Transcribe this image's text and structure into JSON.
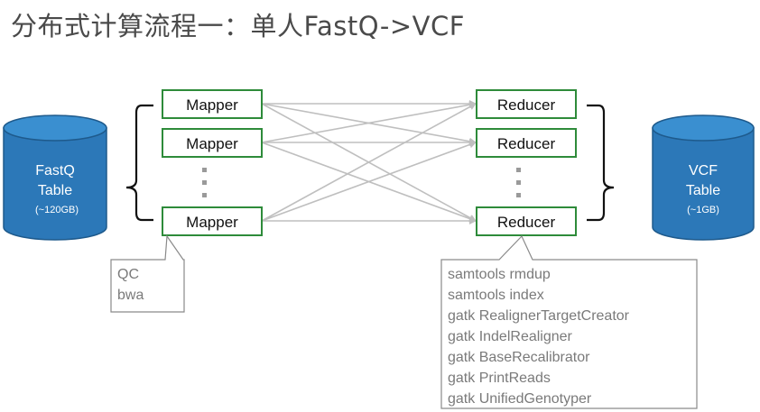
{
  "title": "分布式计算流程一：单人FastQ->VCF",
  "colors": {
    "node_border": "#2e8b3a",
    "cylinder_fill": "#2c78b8",
    "cylinder_top": "#3a8fd0",
    "cylinder_edge": "#1e5a8c",
    "line_gray": "#bfbfbf",
    "bracket": "#111111",
    "callout_border": "#8a8a8a",
    "callout_text": "#7a7a7a"
  },
  "input_table": {
    "name_line1": "FastQ",
    "name_line2": "Table",
    "size": "(~120GB)"
  },
  "output_table": {
    "name_line1": "VCF",
    "name_line2": "Table",
    "size": "(~1GB)"
  },
  "mappers": {
    "labels": [
      "Mapper",
      "Mapper",
      "Mapper"
    ],
    "ellipsis_icon": "vertical-dots-icon"
  },
  "reducers": {
    "labels": [
      "Reducer",
      "Reducer",
      "Reducer"
    ],
    "ellipsis_icon": "vertical-dots-icon"
  },
  "mapper_callout": {
    "lines": [
      "QC",
      "bwa"
    ]
  },
  "reducer_callout": {
    "lines": [
      "samtools rmdup",
      "samtools index",
      "gatk RealignerTargetCreator",
      "gatk IndelRealigner",
      "gatk BaseRecalibrator",
      "gatk PrintReads",
      "gatk UnifiedGenotyper"
    ]
  }
}
